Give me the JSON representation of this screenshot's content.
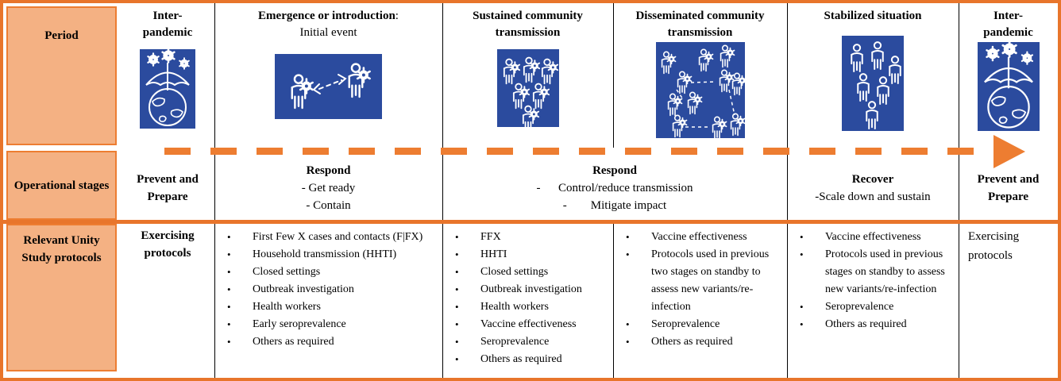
{
  "figure": {
    "row_headers": {
      "period": "Period",
      "operational_stages": "Operational stages",
      "protocols": "Relevant Unity Study protocols"
    },
    "periods": [
      {
        "title": "Inter-pandemic",
        "icon": "umbrella-globe-virus-icon"
      },
      {
        "title": "Emergence or introduction",
        "title_suffix": ":",
        "subtitle": "Initial event",
        "icon": "person-to-person-transmission-icon"
      },
      {
        "title": "Sustained community transmission",
        "icon": "infected-people-group-icon"
      },
      {
        "title": "Disseminated community transmission",
        "icon": "infected-network-icon"
      },
      {
        "title": "Stabilized situation",
        "icon": "people-group-icon"
      },
      {
        "title": "Inter-pandemic",
        "icon": "umbrella-globe-virus-icon"
      }
    ],
    "stages": [
      {
        "title": "Prevent and Prepare",
        "lines": []
      },
      {
        "title": "Respond",
        "lines": [
          "- Get ready",
          "- Contain"
        ]
      },
      {
        "title": "Respond",
        "lines": [
          "-      Control/reduce transmission",
          "-        Mitigate impact"
        ]
      },
      {
        "title": "Recover",
        "lines": [
          "-Scale down and sustain"
        ]
      },
      {
        "title": "Prevent and Prepare",
        "lines": []
      }
    ],
    "protocol_cells": [
      {
        "text": "Exercising protocols"
      },
      {
        "bullets": [
          "First Few X cases and contacts (F|FX)",
          "Household transmission (HHTI)",
          "Closed settings",
          "Outbreak investigation",
          "Health workers",
          "Early seroprevalence",
          "Others as required"
        ]
      },
      {
        "bullets": [
          "FFX",
          "HHTI",
          "Closed settings",
          "Outbreak investigation",
          "Health workers",
          "Vaccine effectiveness",
          "Seroprevalence",
          "Others as required"
        ]
      },
      {
        "bullets": [
          "Vaccine effectiveness",
          "Protocols used in previous two stages on standby to assess new variants/re-infection",
          "Seroprevalence",
          "Others as required"
        ]
      },
      {
        "bullets": [
          "Vaccine effectiveness",
          "Protocols used in previous stages on standby to assess new variants/re-infection",
          "Seroprevalence",
          "Others as required"
        ]
      },
      {
        "text": "Exercising protocols"
      }
    ],
    "colors": {
      "accent_orange": "#ED7D31",
      "fill_orange": "#F4B183",
      "icon_blue": "#2B4B9E",
      "text_black": "#000000"
    }
  }
}
